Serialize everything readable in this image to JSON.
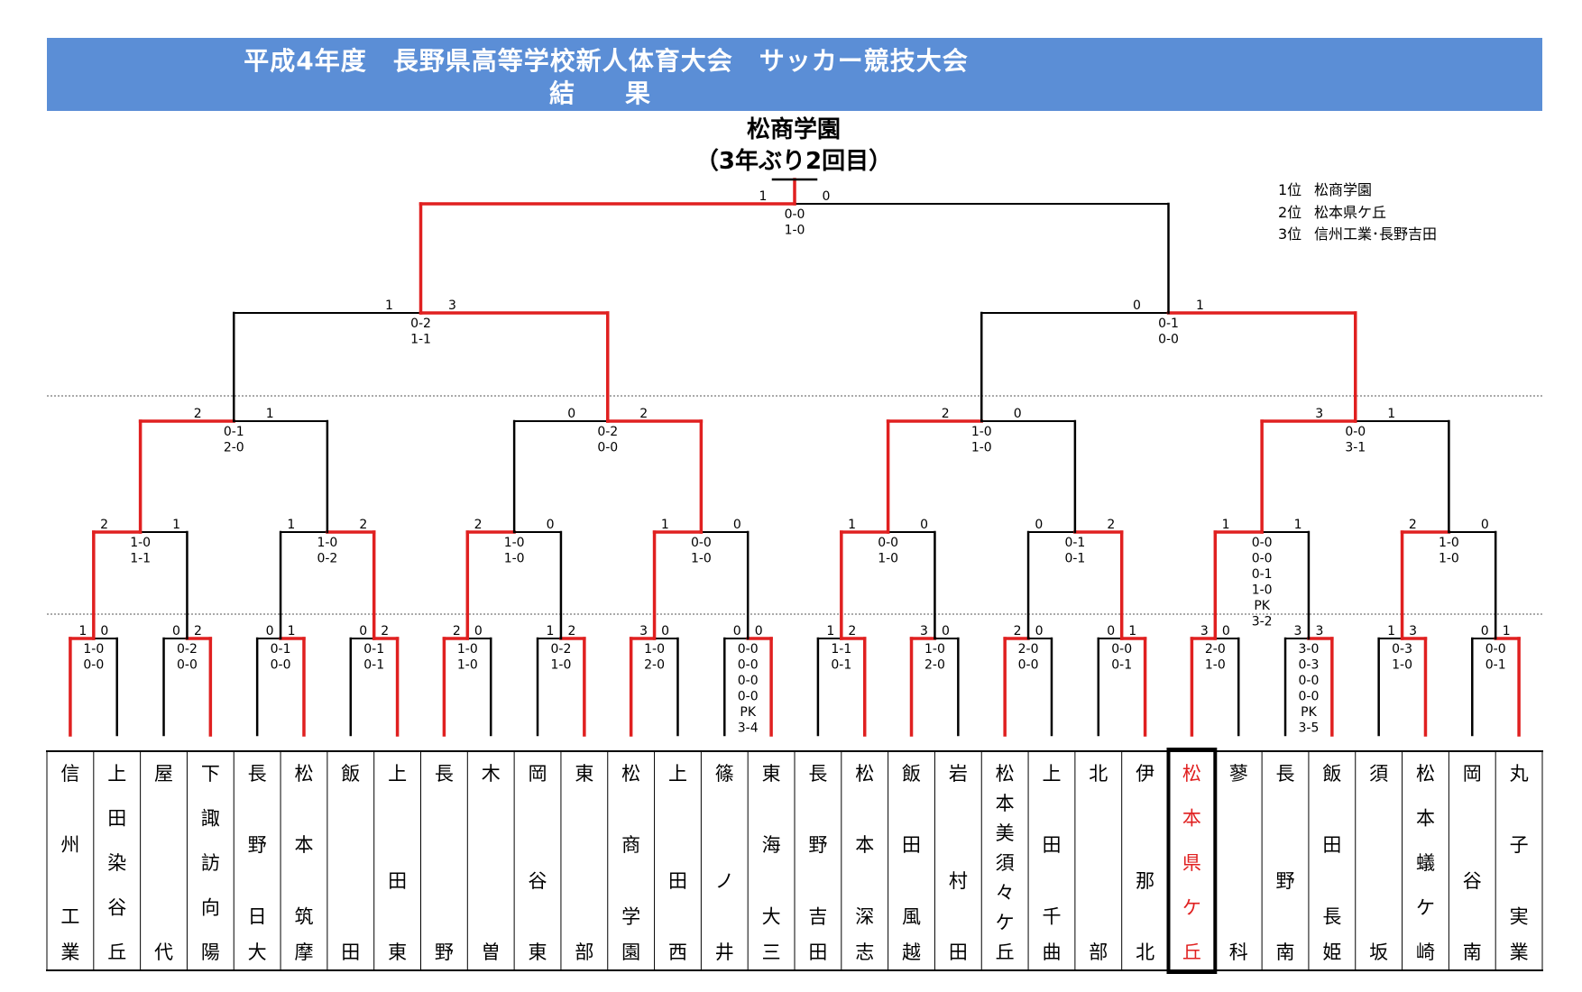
{
  "title": "平成4年度　長野県高等学校新人体育大会　サッカー競技大会",
  "subtitle": "結　果",
  "champion": {
    "name": "松商学園",
    "note": "（3年ぶり2回目）"
  },
  "rankings": [
    {
      "place": "1位",
      "team": "松商学園"
    },
    {
      "place": "2位",
      "team": "松本県ケ丘"
    },
    {
      "place": "3位",
      "team": "信州工業･長野吉田"
    }
  ],
  "colors": {
    "header": "#5b8ed6",
    "win_line": "#e02020",
    "lose_line": "#000000",
    "highlight_team": "#e02020"
  },
  "teams": [
    "信州工業",
    "上田染谷丘",
    "屋代",
    "下諏訪向陽",
    "長野日大",
    "松本筑摩",
    "飯田",
    "上田東",
    "長野",
    "木曽",
    "岡谷東",
    "東部",
    "松商学園",
    "上田西",
    "篠ノ井",
    "東海大三",
    "長野吉田",
    "松本深志",
    "飯田風越",
    "岩村田",
    "松本美須々ケ丘",
    "上田千曲",
    "北部",
    "伊那北",
    "松本県ケ丘",
    "蓼科",
    "長野南",
    "飯田長姫",
    "須坂",
    "松本蟻ケ崎",
    "岡谷南",
    "丸子実業"
  ],
  "team_cols": [
    [
      "信",
      "",
      "州",
      "",
      "工",
      "業"
    ],
    [
      "上",
      "田",
      "染",
      "谷",
      "丘"
    ],
    [
      "屋",
      "",
      "",
      "",
      "代"
    ],
    [
      "下",
      "諏",
      "訪",
      "向",
      "陽"
    ],
    [
      "長",
      "",
      "野",
      "",
      "日",
      "大"
    ],
    [
      "松",
      "",
      "本",
      "",
      "筑",
      "摩"
    ],
    [
      "飯",
      "",
      "",
      "",
      "田"
    ],
    [
      "上",
      "",
      "",
      "田",
      "",
      "東"
    ],
    [
      "長",
      "",
      "",
      "",
      "野"
    ],
    [
      "木",
      "",
      "",
      "",
      "曽"
    ],
    [
      "岡",
      "",
      "",
      "谷",
      "",
      "東"
    ],
    [
      "東",
      "",
      "",
      "",
      "部"
    ],
    [
      "松",
      "",
      "商",
      "",
      "学",
      "園"
    ],
    [
      "上",
      "",
      "",
      "田",
      "",
      "西"
    ],
    [
      "篠",
      "",
      "",
      "ノ",
      "",
      "井"
    ],
    [
      "東",
      "",
      "海",
      "",
      "大",
      "三"
    ],
    [
      "長",
      "",
      "野",
      "",
      "吉",
      "田"
    ],
    [
      "松",
      "",
      "本",
      "",
      "深",
      "志"
    ],
    [
      "飯",
      "",
      "田",
      "",
      "風",
      "越"
    ],
    [
      "岩",
      "",
      "",
      "村",
      "",
      "田"
    ],
    [
      "松",
      "本",
      "美",
      "須",
      "々",
      "ケ",
      "丘"
    ],
    [
      "上",
      "",
      "田",
      "",
      "千",
      "曲"
    ],
    [
      "北",
      "",
      "",
      "",
      "部"
    ],
    [
      "伊",
      "",
      "",
      "那",
      "",
      "北"
    ],
    [
      "松",
      "本",
      "県",
      "ケ",
      "丘"
    ],
    [
      "蓼",
      "",
      "",
      "",
      "科"
    ],
    [
      "長",
      "",
      "",
      "野",
      "",
      "南"
    ],
    [
      "飯",
      "",
      "田",
      "",
      "長",
      "姫"
    ],
    [
      "須",
      "",
      "",
      "",
      "坂"
    ],
    [
      "松",
      "本",
      "蟻",
      "ケ",
      "崎"
    ],
    [
      "岡",
      "",
      "",
      "谷",
      "",
      "南"
    ],
    [
      "丸",
      "",
      "子",
      "",
      "実",
      "業"
    ]
  ],
  "highlight_team_index": 24,
  "rounds": [
    [
      {
        "winner": 0,
        "ls": "1",
        "rs": "0",
        "halves": [
          "1-0",
          "0-0"
        ]
      },
      {
        "winner": 1,
        "ls": "0",
        "rs": "2",
        "halves": [
          "0-2",
          "0-0"
        ]
      },
      {
        "winner": 1,
        "ls": "0",
        "rs": "1",
        "halves": [
          "0-1",
          "0-0"
        ]
      },
      {
        "winner": 1,
        "ls": "0",
        "rs": "2",
        "halves": [
          "0-1",
          "0-1"
        ]
      },
      {
        "winner": 0,
        "ls": "2",
        "rs": "0",
        "halves": [
          "1-0",
          "1-0"
        ]
      },
      {
        "winner": 1,
        "ls": "1",
        "rs": "2",
        "halves": [
          "0-2",
          "1-0"
        ]
      },
      {
        "winner": 0,
        "ls": "3",
        "rs": "0",
        "halves": [
          "1-0",
          "2-0"
        ]
      },
      {
        "winner": 1,
        "ls": "0",
        "rs": "0",
        "halves": [
          "0-0",
          "0-0",
          "0-0",
          "0-0",
          "PK",
          "3-4"
        ]
      },
      {
        "winner": 1,
        "ls": "1",
        "rs": "2",
        "halves": [
          "1-1",
          "0-1"
        ]
      },
      {
        "winner": 0,
        "ls": "3",
        "rs": "0",
        "halves": [
          "1-0",
          "2-0"
        ]
      },
      {
        "winner": 0,
        "ls": "2",
        "rs": "0",
        "halves": [
          "2-0",
          "0-0"
        ]
      },
      {
        "winner": 1,
        "ls": "0",
        "rs": "1",
        "halves": [
          "0-0",
          "0-1"
        ]
      },
      {
        "winner": 0,
        "ls": "3",
        "rs": "0",
        "halves": [
          "2-0",
          "1-0"
        ]
      },
      {
        "winner": 1,
        "ls": "3",
        "rs": "3",
        "halves": [
          "3-0",
          "0-3",
          "0-0",
          "0-0",
          "PK",
          "3-5"
        ]
      },
      {
        "winner": 1,
        "ls": "1",
        "rs": "3",
        "halves": [
          "0-3",
          "1-0"
        ]
      },
      {
        "winner": 1,
        "ls": "0",
        "rs": "1",
        "halves": [
          "0-0",
          "0-1"
        ]
      }
    ],
    [
      {
        "winner": 0,
        "ls": "2",
        "rs": "1",
        "halves": [
          "1-0",
          "1-1"
        ]
      },
      {
        "winner": 1,
        "ls": "1",
        "rs": "2",
        "halves": [
          "1-0",
          "0-2"
        ]
      },
      {
        "winner": 0,
        "ls": "2",
        "rs": "0",
        "halves": [
          "1-0",
          "1-0"
        ]
      },
      {
        "winner": 0,
        "ls": "1",
        "rs": "0",
        "halves": [
          "0-0",
          "1-0"
        ]
      },
      {
        "winner": 0,
        "ls": "1",
        "rs": "0",
        "halves": [
          "0-0",
          "1-0"
        ]
      },
      {
        "winner": 1,
        "ls": "0",
        "rs": "2",
        "halves": [
          "0-1",
          "0-1"
        ]
      },
      {
        "winner": 0,
        "ls": "1",
        "rs": "1",
        "halves": [
          "0-0",
          "0-0",
          "0-1",
          "1-0",
          "PK",
          "3-2"
        ]
      },
      {
        "winner": 0,
        "ls": "2",
        "rs": "0",
        "halves": [
          "1-0",
          "1-0"
        ]
      }
    ],
    [
      {
        "winner": 0,
        "ls": "2",
        "rs": "1",
        "halves": [
          "0-1",
          "2-0"
        ]
      },
      {
        "winner": 1,
        "ls": "0",
        "rs": "2",
        "halves": [
          "0-2",
          "0-0"
        ]
      },
      {
        "winner": 0,
        "ls": "2",
        "rs": "0",
        "halves": [
          "1-0",
          "1-0"
        ]
      },
      {
        "winner": 0,
        "ls": "3",
        "rs": "1",
        "halves": [
          "0-0",
          "3-1"
        ]
      }
    ],
    [
      {
        "winner": 1,
        "ls": "1",
        "rs": "3",
        "halves": [
          "0-2",
          "1-1"
        ]
      },
      {
        "winner": 1,
        "ls": "0",
        "rs": "1",
        "halves": [
          "0-1",
          "0-0"
        ]
      }
    ],
    [
      {
        "winner": 0,
        "ls": "1",
        "rs": "0",
        "halves": [
          "0-0",
          "1-0"
        ]
      }
    ]
  ]
}
